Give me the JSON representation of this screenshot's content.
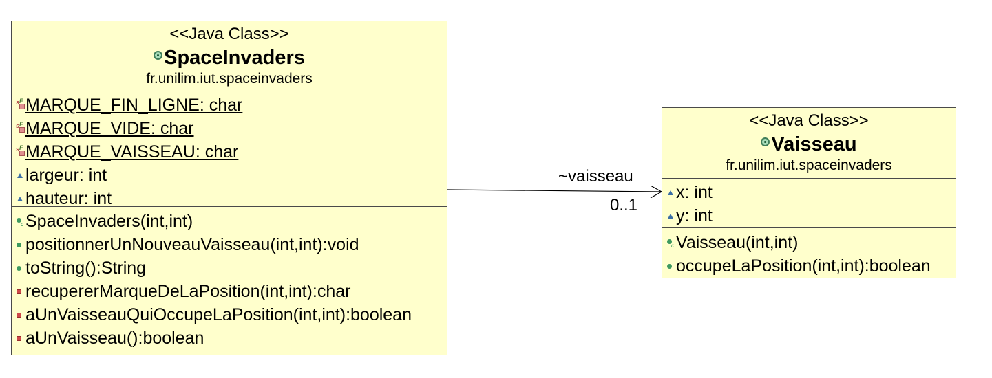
{
  "classes": {
    "space_invaders": {
      "stereotype": "<<Java Class>>",
      "name": "SpaceInvaders",
      "package": "fr.unilim.iut.spaceinvaders",
      "attributes": [
        {
          "visibility": "static-final",
          "text": "MARQUE_FIN_LIGNE: char"
        },
        {
          "visibility": "static-final",
          "text": "MARQUE_VIDE: char"
        },
        {
          "visibility": "static-final",
          "text": "MARQUE_VAISSEAU: char"
        },
        {
          "visibility": "package",
          "text": "largeur: int"
        },
        {
          "visibility": "package",
          "text": "hauteur: int"
        }
      ],
      "operations": [
        {
          "visibility": "constructor",
          "text": "SpaceInvaders(int,int)"
        },
        {
          "visibility": "public",
          "text": "positionnerUnNouveauVaisseau(int,int):void"
        },
        {
          "visibility": "public",
          "text": "toString():String"
        },
        {
          "visibility": "private",
          "text": "recupererMarqueDeLaPosition(int,int):char"
        },
        {
          "visibility": "private",
          "text": "aUnVaisseauQuiOccupeLaPosition(int,int):boolean"
        },
        {
          "visibility": "private",
          "text": "aUnVaisseau():boolean"
        }
      ]
    },
    "vaisseau": {
      "stereotype": "<<Java Class>>",
      "name": "Vaisseau",
      "package": "fr.unilim.iut.spaceinvaders",
      "attributes": [
        {
          "visibility": "package",
          "text": "x: int"
        },
        {
          "visibility": "package",
          "text": "y: int"
        }
      ],
      "operations": [
        {
          "visibility": "constructor",
          "text": "Vaisseau(int,int)"
        },
        {
          "visibility": "public",
          "text": "occupeLaPosition(int,int):boolean"
        }
      ]
    }
  },
  "association": {
    "role": "~vaisseau",
    "multiplicity": "0..1"
  },
  "colors": {
    "class_fill": "#ffffcc",
    "border": "#4a4a4a"
  }
}
